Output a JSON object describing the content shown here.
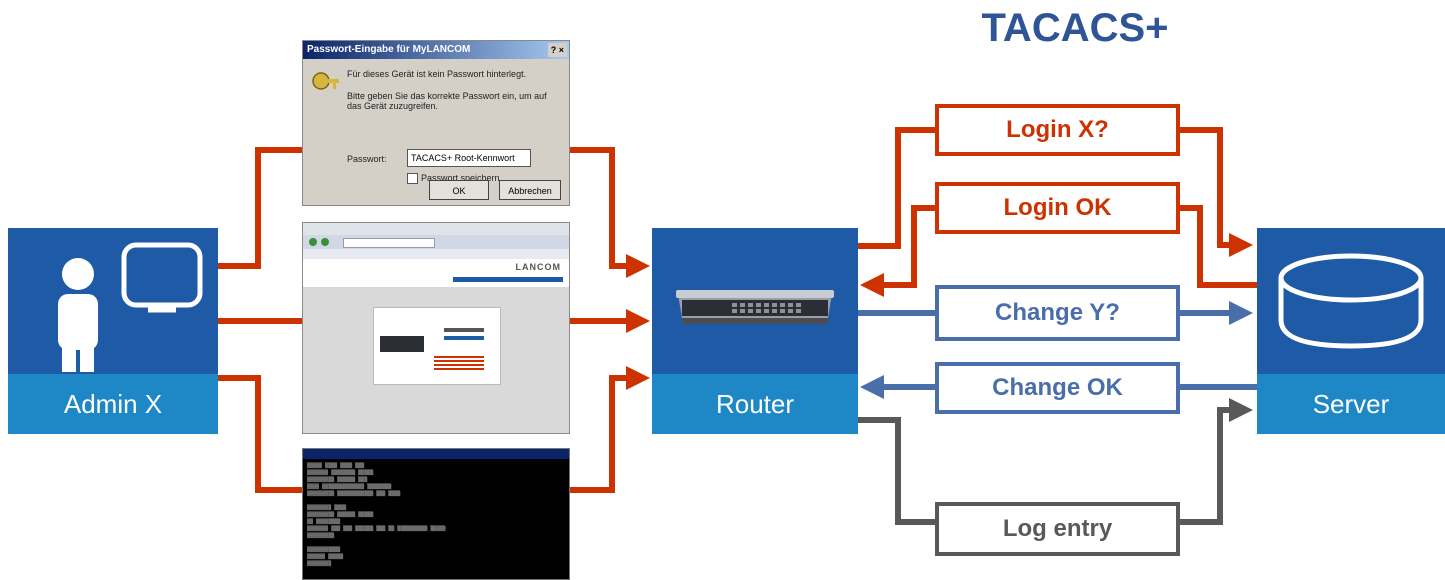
{
  "title": "TACACS+",
  "nodes": {
    "admin": {
      "label": "Admin X"
    },
    "router": {
      "label": "Router"
    },
    "server": {
      "label": "Server"
    }
  },
  "messages": {
    "login_request": "Login X?",
    "login_response": "Login OK",
    "change_request": "Change Y?",
    "change_response": "Change OK",
    "log": "Log entry"
  },
  "dialog": {
    "title": "Passwort-Eingabe für MyLANCOM",
    "close_buttons": "? ×",
    "info_line1": "Für dieses Gerät ist kein Passwort hinterlegt.",
    "info_line2": "Bitte geben Sie das korrekte Passwort ein, um auf das Gerät zuzugreifen.",
    "password_label": "Passwort:",
    "password_value": "TACACS+ Root-Kennwort",
    "remember_label": "Passwort speichern",
    "ok_label": "OK",
    "cancel_label": "Abbrechen"
  },
  "browser": {
    "brand": "LANCOM"
  },
  "colors": {
    "red": "#cc3300",
    "blue": "#4a6ea9",
    "gray": "#595959",
    "node": "#1f5aa6",
    "node_label": "#1e88c7",
    "title": "#2f5597"
  }
}
